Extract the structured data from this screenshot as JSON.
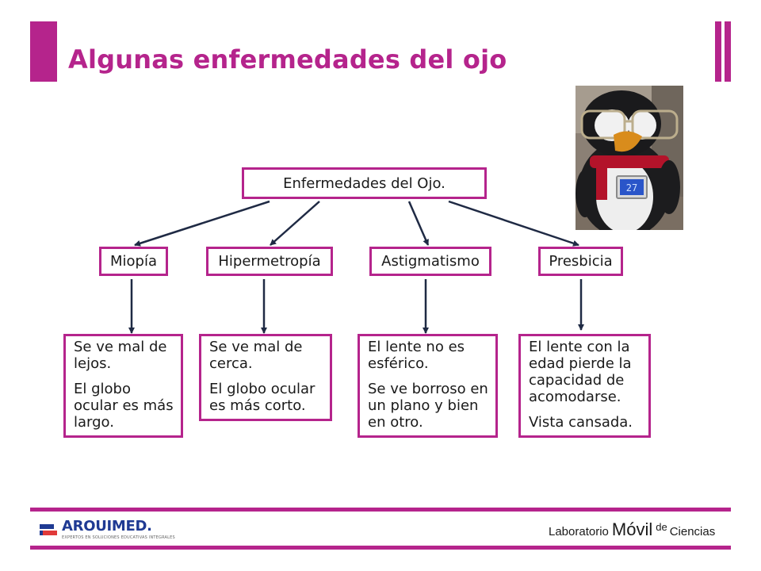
{
  "slide": {
    "title": "Algunas enfermedades del ojo",
    "accent_color": "#b5248c"
  },
  "diagram": {
    "root": "Enfermedades del Ojo.",
    "nodes": [
      {
        "label": "Miopía",
        "details": [
          "Se ve mal de lejos.",
          "El globo ocular es más largo."
        ]
      },
      {
        "label": "Hipermetropía",
        "details": [
          "Se ve mal de cerca.",
          "El globo ocular es más corto."
        ]
      },
      {
        "label": "Astigmatismo",
        "details": [
          "El lente no es esférico.",
          "Se ve borroso en un plano y bien en otro."
        ]
      },
      {
        "label": "Presbicia",
        "details": [
          "El lente con la edad pierde la capacidad de acomodarse.",
          "Vista cansada."
        ]
      }
    ]
  },
  "photo": {
    "display": "27"
  },
  "footer": {
    "logo_left": {
      "name": "AROUIMED.",
      "tagline": "EXPERTOS EN SOLUCIONES EDUCATIVAS INTEGRALES",
      "icon": "arquimed-logo-icon"
    },
    "logo_right": {
      "part1": "Laboratorio",
      "part2": "Móvil",
      "part3": "de",
      "part4": "Ciencias"
    }
  }
}
